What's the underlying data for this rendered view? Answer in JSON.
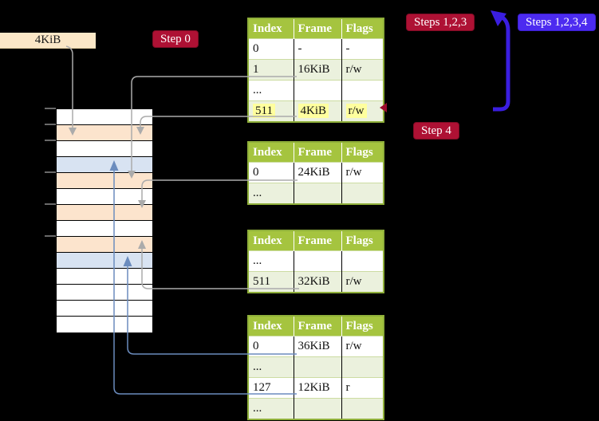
{
  "frame_label": "4KiB",
  "badges": {
    "step0": "Step 0",
    "steps123": "Steps 1,2,3",
    "steps1234": "Steps 1,2,3,4",
    "step4": "Step 4"
  },
  "tables": [
    {
      "name": "page-table-level-4",
      "headers": [
        "Index",
        "Frame",
        "Flags"
      ],
      "rows": [
        {
          "cells": [
            "0",
            "-",
            "-"
          ],
          "highlight": false
        },
        {
          "cells": [
            "1",
            "16KiB",
            "r/w"
          ],
          "highlight": false
        },
        {
          "cells": [
            "...",
            "",
            ""
          ],
          "highlight": false
        },
        {
          "cells": [
            "511",
            "4KiB",
            "r/w"
          ],
          "highlight": true
        }
      ]
    },
    {
      "name": "page-table-level-3",
      "headers": [
        "Index",
        "Frame",
        "Flags"
      ],
      "rows": [
        {
          "cells": [
            "0",
            "24KiB",
            "r/w"
          ],
          "highlight": false
        },
        {
          "cells": [
            "...",
            "",
            ""
          ],
          "highlight": false
        }
      ]
    },
    {
      "name": "page-table-level-2",
      "headers": [
        "Index",
        "Frame",
        "Flags"
      ],
      "rows": [
        {
          "cells": [
            "...",
            "",
            ""
          ],
          "highlight": false
        },
        {
          "cells": [
            "511",
            "32KiB",
            "r/w"
          ],
          "highlight": false
        }
      ]
    },
    {
      "name": "page-table-level-1",
      "headers": [
        "Index",
        "Frame",
        "Flags"
      ],
      "rows": [
        {
          "cells": [
            "0",
            "36KiB",
            "r/w"
          ],
          "highlight": false
        },
        {
          "cells": [
            "...",
            "",
            ""
          ],
          "highlight": false
        },
        {
          "cells": [
            "127",
            "12KiB",
            "r"
          ],
          "highlight": false
        },
        {
          "cells": [
            "...",
            "",
            ""
          ],
          "highlight": false
        }
      ]
    }
  ],
  "memory_strip": {
    "rows": [
      "white",
      "peach",
      "white",
      "blue",
      "peach",
      "white",
      "peach",
      "white",
      "peach",
      "blue",
      "white",
      "white",
      "white",
      "white"
    ]
  },
  "colors": {
    "badge_crimson": "#AE1134",
    "badge_violet": "#4C2BF0",
    "big_arrow_blue": "#3A1EE0",
    "connector_gray": "#ABABAB",
    "connector_blue": "#6B8CBE",
    "table_header_green": "#A5C43F",
    "table_shaded_row": "#EBF1DD",
    "highlight_yellow": "#FFFF9E",
    "frame_peach": "#FCE4CD",
    "frame_blue": "#D8E3F2",
    "label_wheat": "#FBE7C7"
  }
}
